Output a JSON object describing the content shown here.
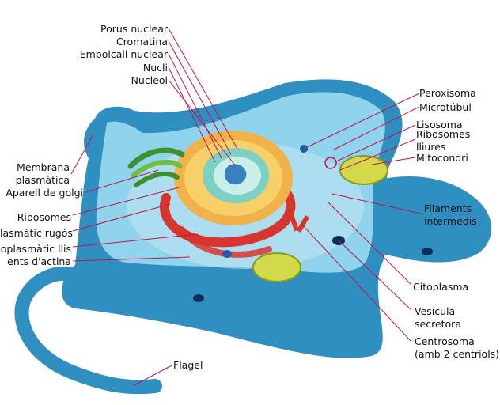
{
  "labels": {
    "porus_nuclear": "Porus nuclear",
    "cromatina": "Cromatina",
    "embolcall_nuclear": "Embolcall nuclear",
    "nucli": "Nucli",
    "nucleol": "Nucleol",
    "membrana_plasmatica_1": "Membrana",
    "membrana_plasmatica_2": "plasmàtica",
    "aparell_golgi": "Aparell de golgi",
    "ribosomes": "Ribosomes",
    "reticle_rugos": "lasmàtic rugós",
    "reticle_llis": "oplasmàtic llis",
    "filaments_actina": "ents d'actina",
    "peroxisoma": "Peroxisoma",
    "microtubul": "Microtúbul",
    "lisosoma": "Lisosoma",
    "ribosomes_lliures_1": "Ribosomes",
    "ribosomes_lliures_2": "lliures",
    "mitocondri": "Mitocondri",
    "filaments_intermedis_1": "Filaments",
    "filaments_intermedis_2": "intermedis",
    "citoplasma": "Citoplasma",
    "vesicula_1": "Vesícula",
    "vesicula_2": "secretora",
    "centrosoma_1": "Centrosoma",
    "centrosoma_2": "(amb 2 centríols)",
    "flagel": "Flagel"
  },
  "colors": {
    "cell_outer": "#2f8fc0",
    "cell_inner": "#8fd3ec",
    "cytoplasm": "#bfe6f4",
    "nucleus_envelope": "#f0b24a",
    "nucleoplasm": "#7fd0c4",
    "nucleolus": "#3a7fbf",
    "er_rough": "#d7362f",
    "golgi": "#3f8f2f",
    "mitochondria": "#d2d94a",
    "leader_line": "#c4124a"
  }
}
